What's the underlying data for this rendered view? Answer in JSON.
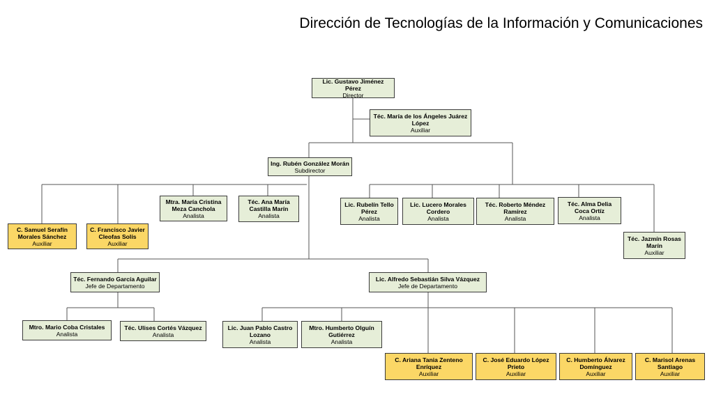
{
  "title": "Dirección de Tecnologías de la Información y Comunicaciones",
  "colors": {
    "staff_fill": "#e6eed8",
    "auxiliar_fill": "#fbd766",
    "line": "#555555"
  },
  "org": {
    "director": {
      "name": "Lic. Gustavo Jiménez Pérez",
      "role": "Director"
    },
    "director_aux": {
      "name": "Téc. María de los Ángeles Juárez López",
      "role": "Auxiliar"
    },
    "subdirector": {
      "name": "Ing. Rubén González Morán",
      "role": "Subdirector"
    },
    "samuel": {
      "name": "C. Samuel Serafín Morales Sánchez",
      "role": "Auxiliar"
    },
    "francisco": {
      "name": "C. Francisco Javier Cleofas Solís",
      "role": "Auxiliar"
    },
    "cristina": {
      "name": "Mtra. María Cristina Meza Canchola",
      "role": "Analista"
    },
    "anamaria": {
      "name": "Téc. Ana María Castilla Marín",
      "role": "Analista"
    },
    "rubelin": {
      "name": "Lic. Rubelín Tello Pérez",
      "role": "Analista"
    },
    "lucero": {
      "name": "Lic. Lucero Morales Cordero",
      "role": "Analista"
    },
    "roberto": {
      "name": "Téc. Roberto Méndez Ramírez",
      "role": "Analista"
    },
    "alma": {
      "name": "Téc. Alma Delia Coca Ortíz",
      "role": "Analista"
    },
    "jazmin": {
      "name": "Téc. Jazmín Rosas Marín",
      "role": "Auxiliar"
    },
    "fernando": {
      "name": "Téc. Fernando García Aguilar",
      "role": "Jefe de Departamento"
    },
    "alfredo": {
      "name": "Lic. Alfredo Sebastián Silva Vázquez",
      "role": "Jefe de Departamento"
    },
    "mario": {
      "name": "Mtro. Mario Coba Cristales",
      "role": "Analista"
    },
    "ulises": {
      "name": "Téc. Ulises Cortés Vázquez",
      "role": "Analista"
    },
    "juanpablo": {
      "name": "Lic. Juan Pablo Castro Lozano",
      "role": "Analista"
    },
    "humberto_o": {
      "name": "Mtro. Humberto Olguín Gutiérrez",
      "role": "Analista"
    },
    "ariana": {
      "name": "C. Ariana Tania Zenteno Enríquez",
      "role": "Auxiliar"
    },
    "joseeduardo": {
      "name": "C. José Eduardo López Prieto",
      "role": "Auxiliar"
    },
    "humberto_a": {
      "name": "C. Humberto Álvarez Domínguez",
      "role": "Auxiliar"
    },
    "marisol": {
      "name": "C. Marisol Arenas Santiago",
      "role": "Auxiliar"
    }
  }
}
